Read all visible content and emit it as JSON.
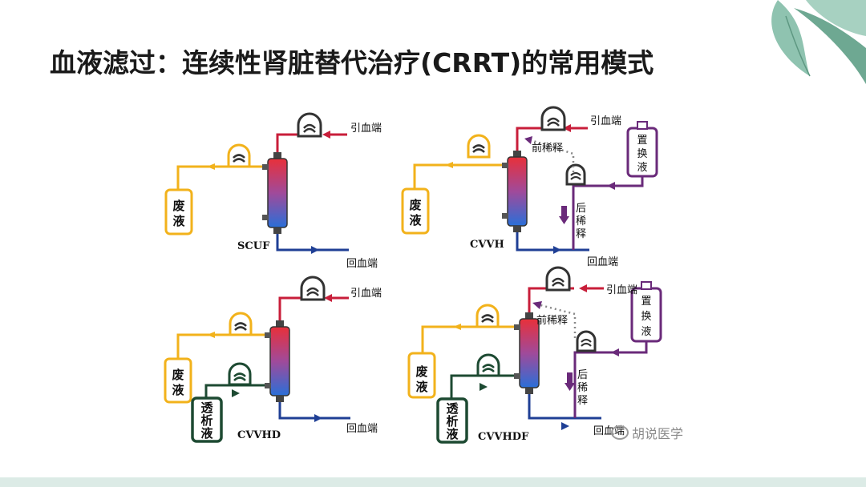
{
  "slide": {
    "title": "血液滤过：连续性肾脏替代治疗(CRRT)的常用模式"
  },
  "labels": {
    "blood_in": "引血端",
    "blood_out": "回血端",
    "waste": "废液",
    "replacement": "置换液",
    "dialysate": "透析液",
    "pre_dilution": "前稀释",
    "post_dilution": "后稀释"
  },
  "modes": [
    {
      "name": "SCUF"
    },
    {
      "name": "CVVH"
    },
    {
      "name": "CVVHD"
    },
    {
      "name": "CVVHDF"
    }
  ],
  "watermark": {
    "text": "胡说医学"
  },
  "colors": {
    "blood_line": "#c81e3a",
    "return_line": "#1f3f95",
    "waste_line": "#f2b21b",
    "replacement_line": "#6a2a7a",
    "dialysate_line": "#1d4a32"
  }
}
